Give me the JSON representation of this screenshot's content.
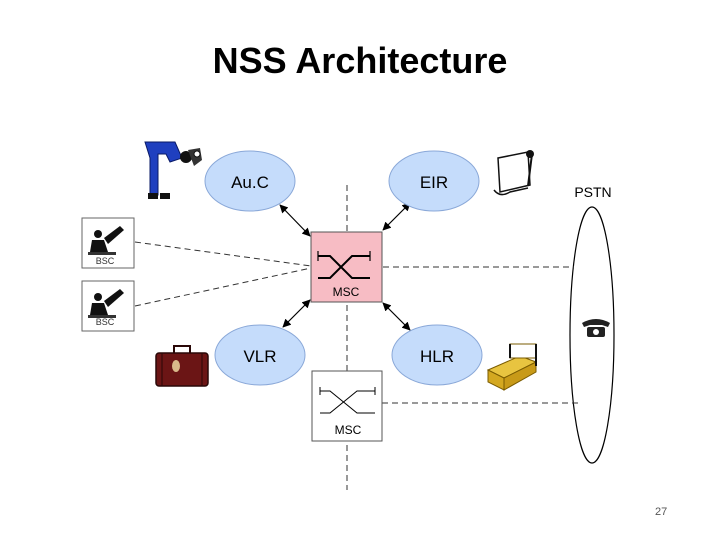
{
  "slide": {
    "title": "NSS Architecture",
    "page_number": "27"
  },
  "diagram": {
    "nodes": {
      "auc": "Au.C",
      "eir": "EIR",
      "vlr": "VLR",
      "hlr": "HLR",
      "msc_main": "MSC",
      "msc_secondary": "MSC",
      "pstn": "PSTN",
      "bsc_1": "BSC",
      "bsc_2": "BSC"
    },
    "icons": {
      "auc": "person-with-tools-icon",
      "eir": "scroll-document-icon",
      "vlr": "suitcase-icon",
      "hlr": "bed-icon",
      "bsc": "operator-at-desk-icon",
      "pstn": "telephone-icon"
    },
    "colors": {
      "node_fill": "#c5dcfb",
      "msc_fill": "#f7bcc4",
      "msc_border": "#555555",
      "person_blue": "#1f3fbf",
      "suitcase": "#6b1515",
      "bed": "#e8c440"
    }
  }
}
